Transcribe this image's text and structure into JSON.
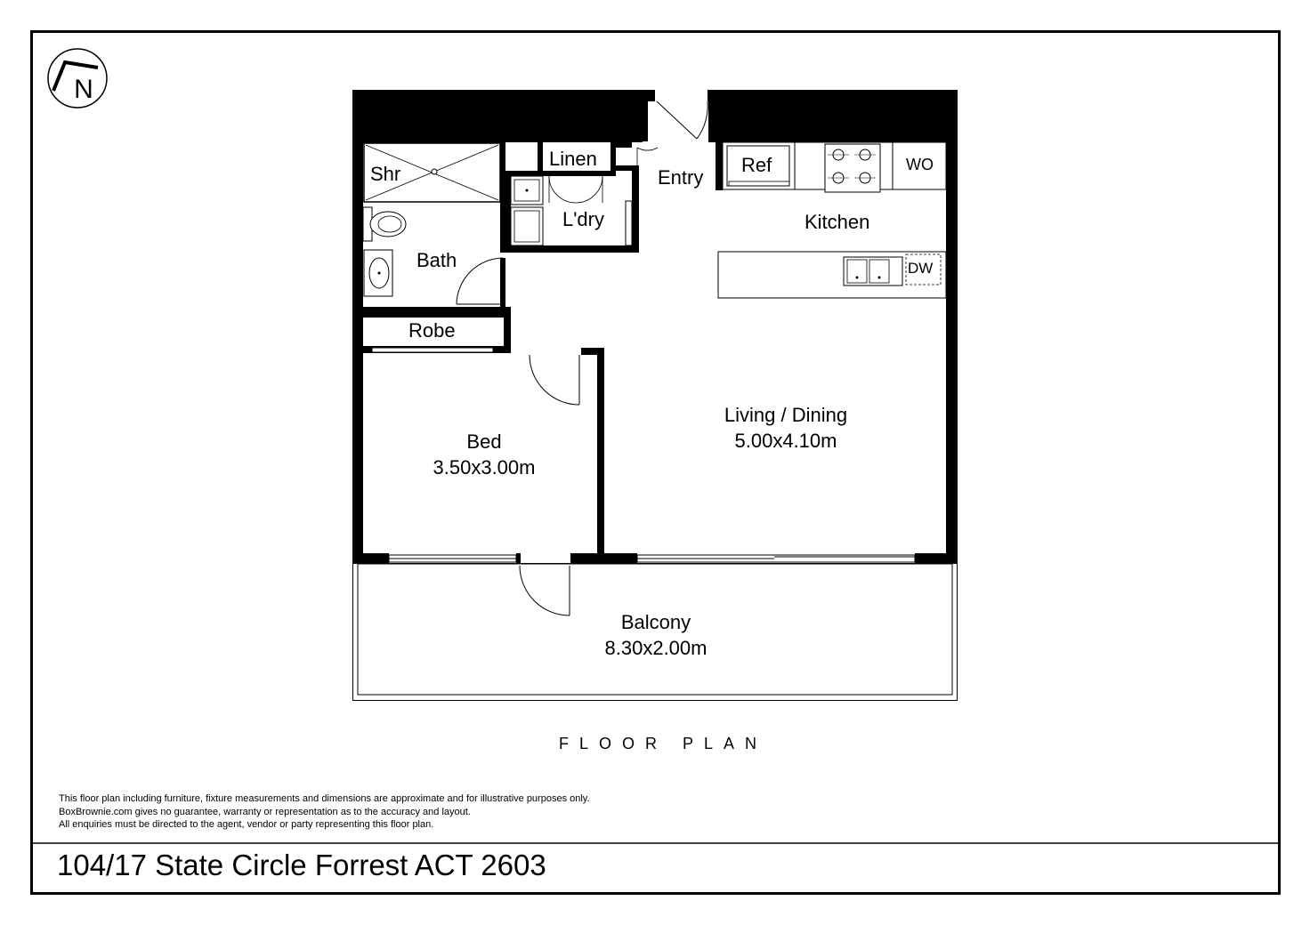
{
  "plan": {
    "heading": "FLOOR PLAN",
    "address": "104/17 State Circle Forrest ACT 2603",
    "compass_letter": "N",
    "disclaimer": [
      "This floor plan including furniture, fixture measurements and dimensions are approximate and for illustrative purposes only.",
      "BoxBrownie.com gives no guarantee, warranty or representation as to the accuracy and layout.",
      "All enquiries must be directed to the agent, vendor or party representing this floor plan."
    ]
  },
  "rooms": {
    "shower": "Shr",
    "linen": "Linen",
    "entry": "Entry",
    "fridge": "Ref",
    "wall_oven": "WO",
    "laundry": "L'dry",
    "kitchen": "Kitchen",
    "bath": "Bath",
    "dishwasher": "DW",
    "robe": "Robe",
    "living": {
      "name": "Living / Dining",
      "size": "5.00x4.10m"
    },
    "bed": {
      "name": "Bed",
      "size": "3.50x3.00m"
    },
    "balcony": {
      "name": "Balcony",
      "size": "8.30x2.00m"
    }
  }
}
